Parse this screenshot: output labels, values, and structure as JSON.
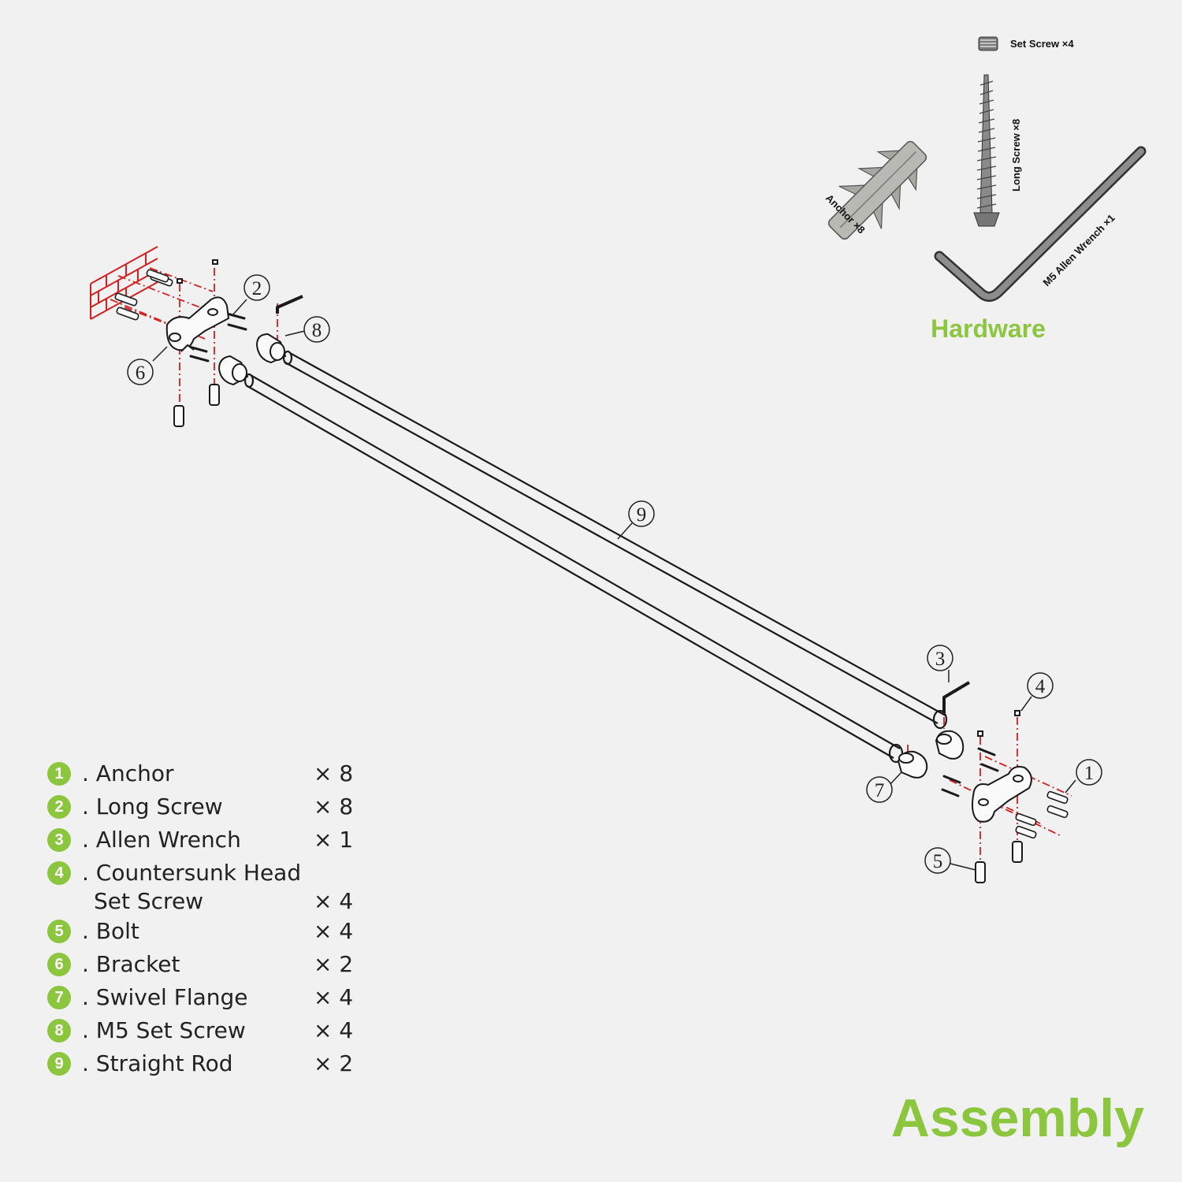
{
  "title": "Assembly",
  "hardware": {
    "title": "Hardware",
    "items": {
      "set_screw": "Set Screw ×4",
      "long_screw": "Long Screw ×8",
      "anchor": "Anchor ×8",
      "allen_wrench": "M5 Allen Wrench ×1"
    }
  },
  "callouts": {
    "c1": "1",
    "c2": "2",
    "c3": "3",
    "c4": "4",
    "c5": "5",
    "c6": "6",
    "c7": "7",
    "c8": "8",
    "c9": "9"
  },
  "parts": [
    {
      "num": "1",
      "name": ". Anchor",
      "qty": "× 8"
    },
    {
      "num": "2",
      "name": ". Long Screw",
      "qty": "× 8"
    },
    {
      "num": "3",
      "name": ". Allen Wrench",
      "qty": "× 1"
    },
    {
      "num": "4",
      "name": ". Countersunk Head",
      "name2": "Set Screw",
      "qty": "× 4"
    },
    {
      "num": "5",
      "name": ". Bolt",
      "qty": "× 4"
    },
    {
      "num": "6",
      "name": ". Bracket",
      "qty": "× 2"
    },
    {
      "num": "7",
      "name": ". Swivel Flange",
      "qty": "× 4"
    },
    {
      "num": "8",
      "name": ". M5 Set Screw",
      "qty": "× 4"
    },
    {
      "num": "9",
      "name": ". Straight Rod",
      "qty": "× 2"
    }
  ],
  "colors": {
    "accent": "#8cc63f",
    "guide": "#d42020",
    "line": "#1a1a1a",
    "background": "#f1f1f1"
  },
  "icons": [
    "set-screw-icon",
    "long-screw-icon",
    "anchor-icon",
    "allen-wrench-icon",
    "brick-wall-icon",
    "bracket-icon",
    "swivel-flange-icon",
    "bolt-icon"
  ]
}
